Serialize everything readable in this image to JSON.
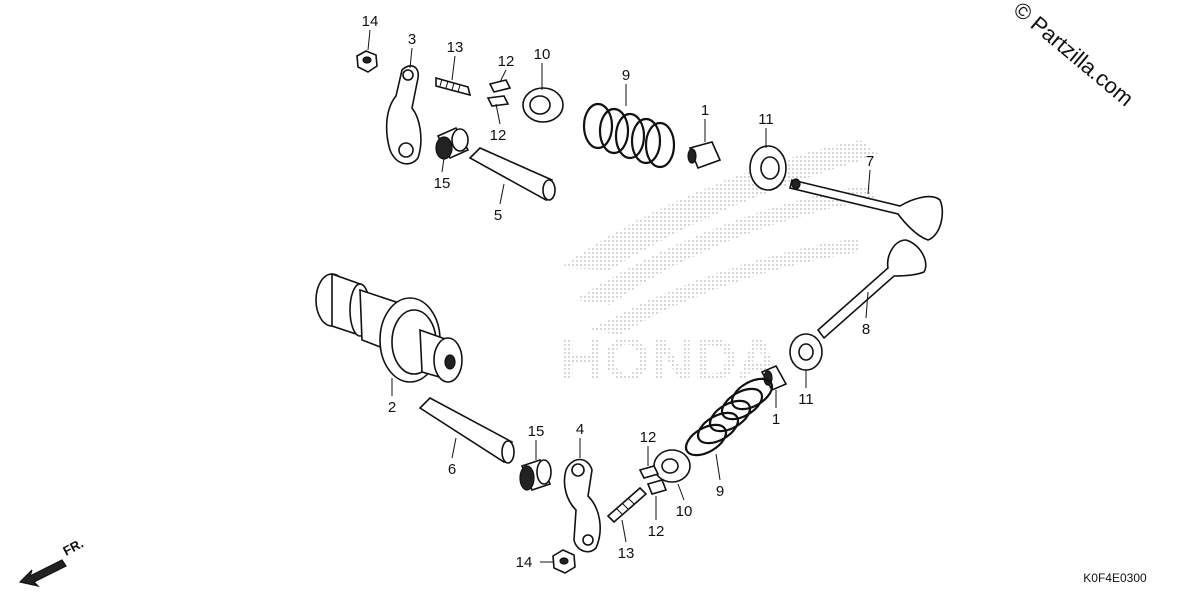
{
  "watermark": "© Partzilla.com",
  "diagram_code": "K0F4E0300",
  "front_arrow_label": "FR.",
  "brand_watermark": "HONDA",
  "colors": {
    "ink": "#111111",
    "background": "#ffffff",
    "stipple": "#9a9a9a"
  },
  "callouts": [
    "14",
    "3",
    "13",
    "12",
    "12",
    "10",
    "9",
    "1",
    "11",
    "7",
    "15",
    "5",
    "8",
    "2",
    "11",
    "1",
    "15",
    "4",
    "12",
    "6",
    "9",
    "10",
    "12",
    "13",
    "14"
  ]
}
